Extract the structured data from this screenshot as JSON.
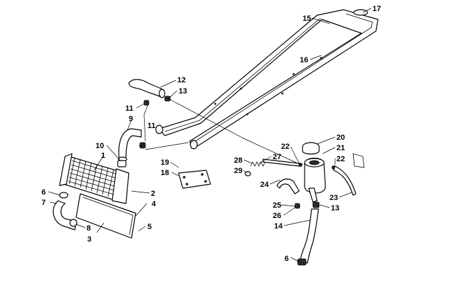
{
  "callouts": [
    "1",
    "2",
    "3",
    "4",
    "5",
    "6",
    "6",
    "7",
    "8",
    "9",
    "10",
    "11",
    "11",
    "12",
    "13",
    "13",
    "14",
    "15",
    "16",
    "17",
    "18",
    "19",
    "20",
    "21",
    "22",
    "22",
    "23",
    "24",
    "25",
    "26",
    "27",
    "28",
    "29"
  ]
}
